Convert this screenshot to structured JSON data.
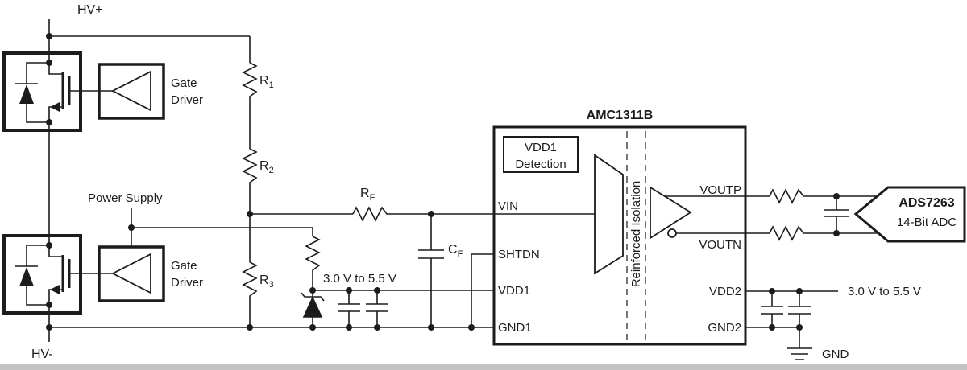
{
  "rails": {
    "hv_plus": "HV+",
    "hv_minus": "HV-",
    "power_supply": "Power Supply",
    "gnd": "GND"
  },
  "gate_driver": {
    "line1": "Gate",
    "line2": "Driver"
  },
  "components": {
    "r1": {
      "base": "R",
      "sub": "1"
    },
    "r2": {
      "base": "R",
      "sub": "2"
    },
    "r3": {
      "base": "R",
      "sub": "3"
    },
    "rf": {
      "base": "R",
      "sub": "F"
    },
    "cf": {
      "base": "C",
      "sub": "F"
    }
  },
  "supply_ranges": {
    "left": "3.0 V to 5.5 V",
    "right": "3.0 V to 5.5 V"
  },
  "chip": {
    "title": "AMC1311B",
    "detection": {
      "line1": "VDD1",
      "line2": "Detection"
    },
    "isolation": "Reinforced Isolation",
    "pins_left": [
      "VIN",
      "SHTDN",
      "VDD1",
      "GND1"
    ],
    "pins_right": [
      "VOUTP",
      "VOUTN",
      "VDD2",
      "GND2"
    ]
  },
  "adc": {
    "name": "ADS7263",
    "subtitle": "14-Bit ADC"
  },
  "colors": {
    "line": "#1c1c1c",
    "bar": "#c2c2c2"
  }
}
